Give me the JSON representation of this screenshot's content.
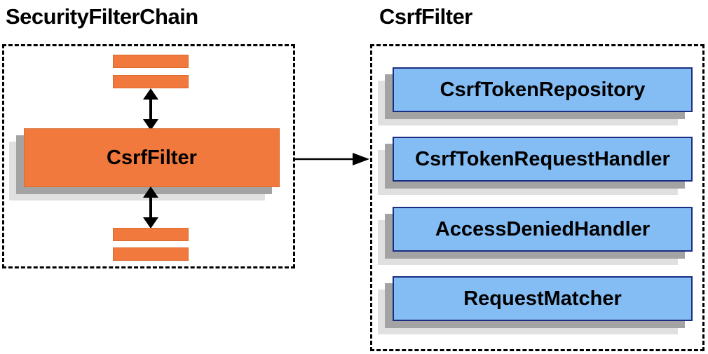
{
  "diagram": {
    "left_panel": {
      "title": "SecurityFilterChain",
      "filter_box_label": "CsrfFilter"
    },
    "right_panel": {
      "title": "CsrfFilter",
      "components": [
        {
          "label": "CsrfTokenRepository"
        },
        {
          "label": "CsrfTokenRequestHandler"
        },
        {
          "label": "AccessDeniedHandler"
        },
        {
          "label": "RequestMatcher"
        }
      ]
    },
    "icons": {
      "vertical_arrows": "bidirectional-arrow-icon",
      "connector": "right-arrow-icon"
    },
    "colors": {
      "orange": "#F2793D",
      "orange_border": "#D96B2F",
      "blue": "#84BDF4",
      "blue_border": "#1B2E83",
      "shadow_dark": "#A3A3A3",
      "shadow_light": "#E0E0E0",
      "line": "#000000",
      "text": "#000000"
    }
  }
}
